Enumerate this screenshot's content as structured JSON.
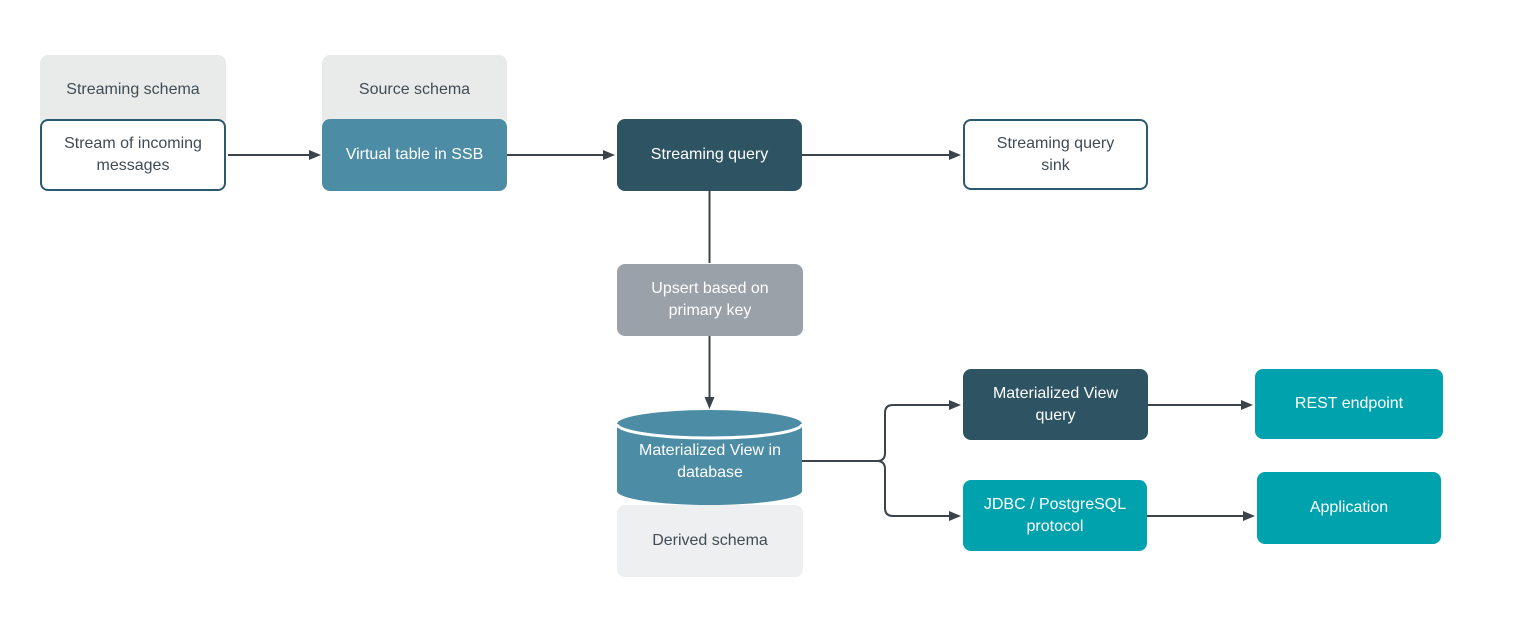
{
  "diagram": {
    "schema_labels": {
      "streaming": "Streaming schema",
      "source": "Source schema",
      "derived": "Derived schema"
    },
    "nodes": {
      "stream_of_incoming_messages": "Stream of incoming messages",
      "virtual_table_in_ssb": "Virtual table in SSB",
      "streaming_query": "Streaming query",
      "streaming_query_sink": "Streaming query sink",
      "upsert_primary_key": "Upsert based on primary key",
      "materialized_view_in_database": "Materialized View in database",
      "materialized_view_query": "Materialized View query",
      "rest_endpoint": "REST endpoint",
      "jdbc_postgresql_protocol": "JDBC / PostgreSQL protocol",
      "application": "Application"
    },
    "colors": {
      "background": "#ffffff",
      "schema_plate_bg": "#e9ebeb",
      "derived_plate_bg": "#edeff0",
      "teal_medium": "#4c8ca4",
      "teal_bright": "#00a2ae",
      "slate_dark": "#2e5363",
      "gray_node": "#9ba1a9",
      "white_node_border": "#2b5a6e",
      "edge_line": "#3c4349",
      "label_text": "#414c55"
    }
  }
}
